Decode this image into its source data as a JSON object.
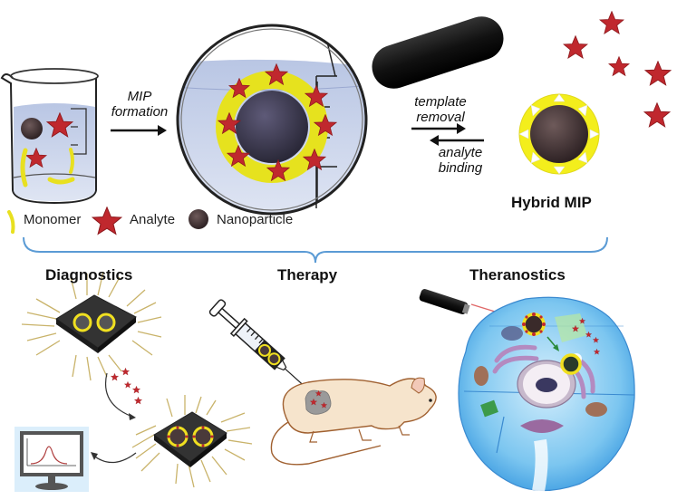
{
  "figure": {
    "steps": {
      "mip_formation": [
        "MIP",
        "formation"
      ],
      "template_removal": [
        "template",
        "removal"
      ],
      "analyte_binding": [
        "analyte",
        "binding"
      ]
    },
    "product_label": "Hybrid MIP",
    "legend": [
      {
        "icon": "monomer-icon",
        "label": "Monomer"
      },
      {
        "icon": "analyte-star-icon",
        "label": "Analyte"
      },
      {
        "icon": "nanoparticle-icon",
        "label": "Nanoparticle"
      }
    ],
    "applications": [
      {
        "label": "Diagnostics"
      },
      {
        "label": "Therapy"
      },
      {
        "label": "Theranostics"
      }
    ],
    "colors": {
      "monomer": "#e8e020",
      "analyte": "#c0282e",
      "nanoparticle": "#4a3a3a",
      "brace": "#5b9bd5",
      "solution": "#c9d5ec",
      "cell": "#5fb4ec"
    }
  }
}
